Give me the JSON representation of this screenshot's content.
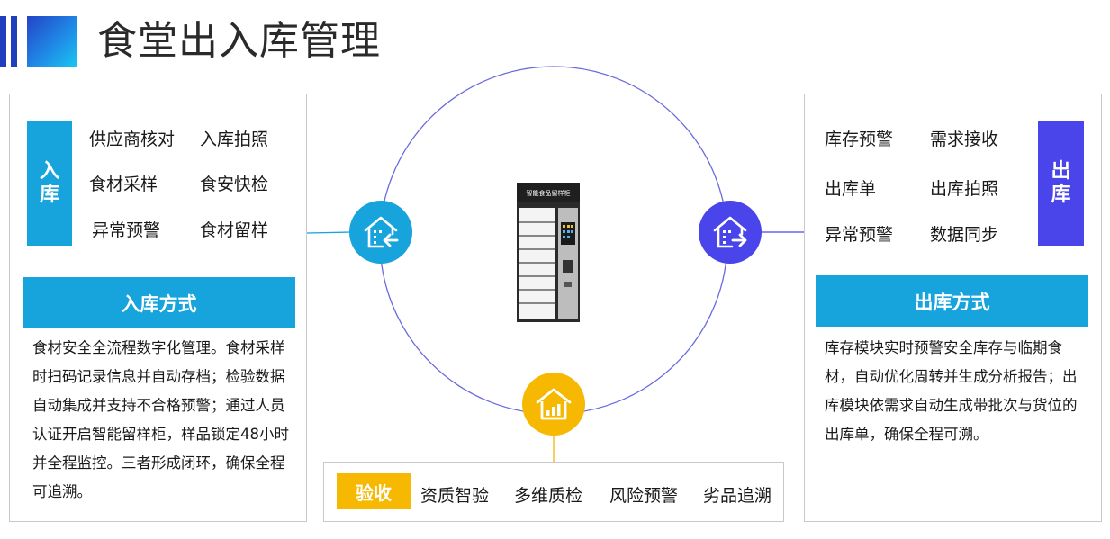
{
  "page": {
    "title": "食堂出入库管理"
  },
  "colors": {
    "inbound": "#17a3dc",
    "outbound": "#4a45ea",
    "acceptance": "#f6b800",
    "circle": "#6a6ae0"
  },
  "inbound": {
    "tab_label": [
      "入",
      "库"
    ],
    "items": [
      "供应商核对",
      "入库拍照",
      "食材采样",
      "食安快检",
      "异常预警",
      "食材留样"
    ],
    "method_title": "入库方式",
    "description": "食材安全全流程数字化管理。食材采样时扫码记录信息并自动存档；检验数据自动集成并支持不合格预警；通过人员认证开启智能留样柜，样品锁定48小时并全程监控。三者形成闭环，确保全程可追溯。",
    "icon": "house-arrow-in-icon"
  },
  "outbound": {
    "tab_label": [
      "出",
      "库"
    ],
    "items": [
      "库存预警",
      "需求接收",
      "出库单",
      "出库拍照",
      "异常预警",
      "数据同步"
    ],
    "method_title": "出库方式",
    "description": "库存模块实时预警安全库存与临期食材，自动优化周转并生成分析报告；出库模块依需求自动生成带批次与货位的出库单，确保全程可溯。",
    "icon": "house-arrow-out-icon"
  },
  "cabinet": {
    "label": "智能食品留样柜"
  },
  "acceptance": {
    "tag": "验收",
    "items": [
      "资质智验",
      "多维质检",
      "风险预警",
      "劣品追溯"
    ],
    "icon": "house-chart-icon"
  }
}
